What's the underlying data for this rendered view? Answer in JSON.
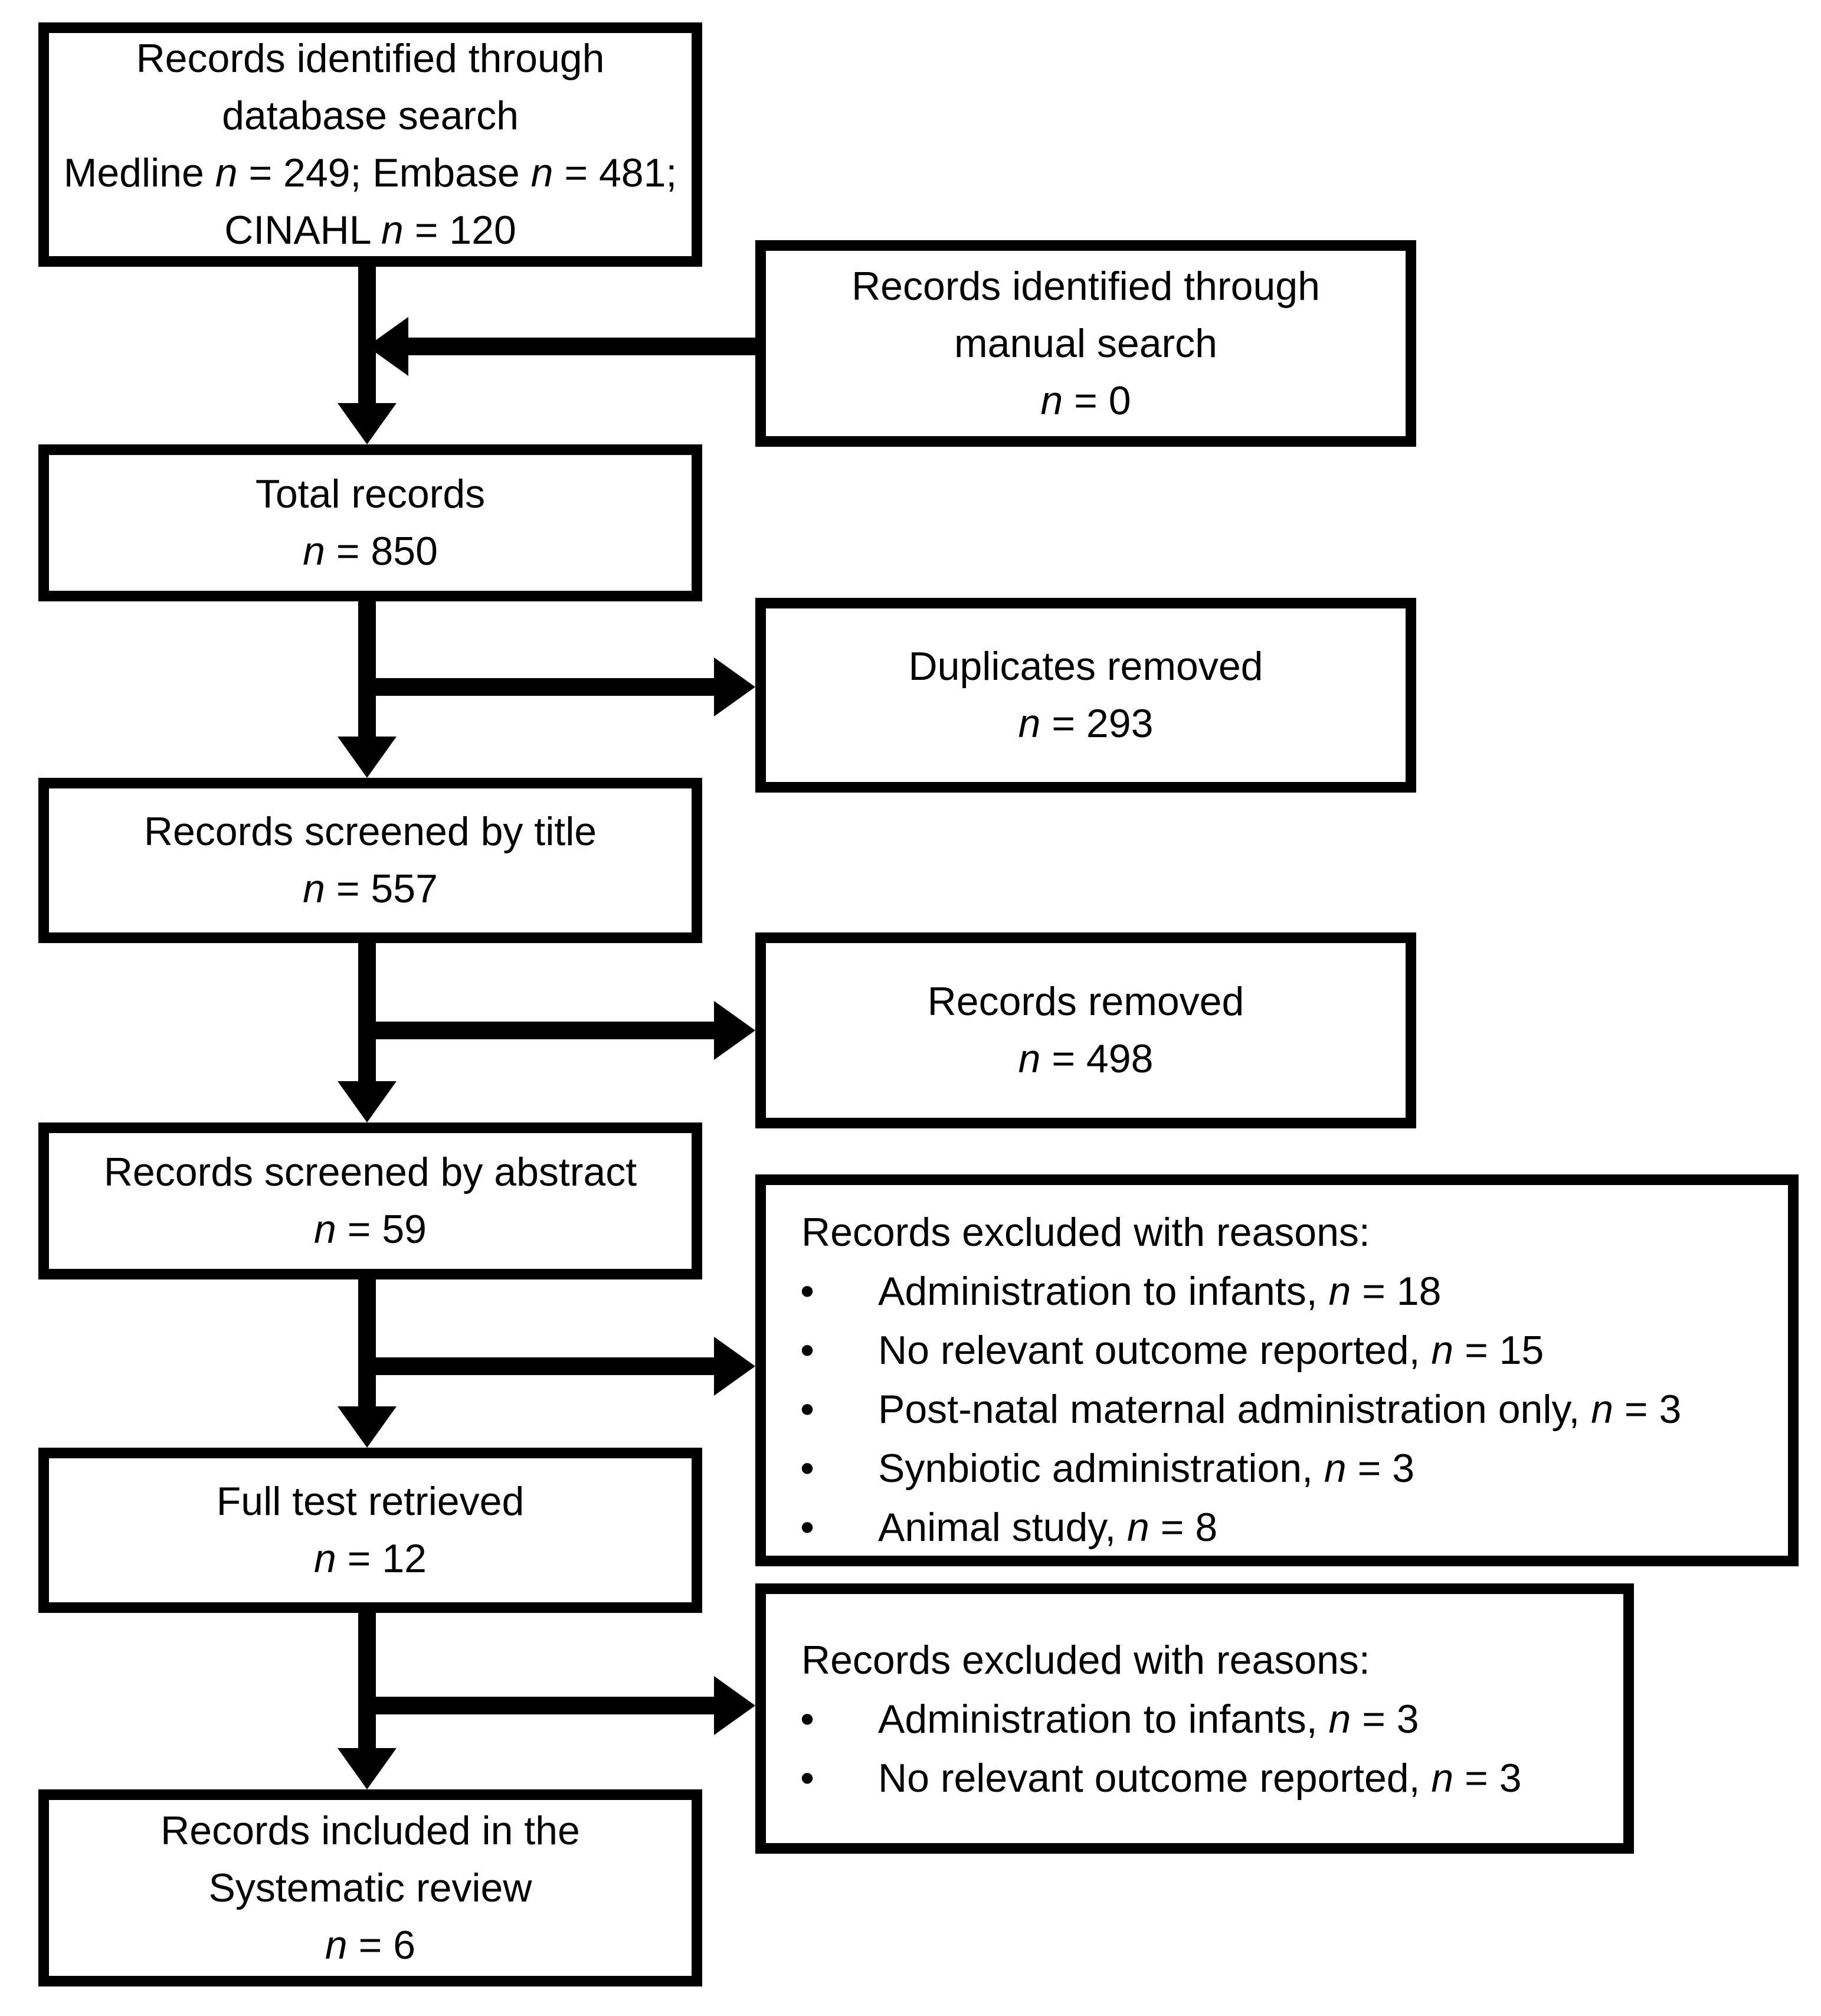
{
  "colors": {
    "ink": "#000000",
    "paper": "#ffffff"
  },
  "boxes": {
    "database": {
      "lines": [
        [
          {
            "text": "Records identified through",
            "italic": false
          }
        ],
        [
          {
            "text": "database search",
            "italic": false
          }
        ],
        [
          {
            "text": "Medline ",
            "italic": false
          },
          {
            "text": "n",
            "italic": true
          },
          {
            "text": " = 249; Embase ",
            "italic": false
          },
          {
            "text": "n",
            "italic": true
          },
          {
            "text": " = 481;",
            "italic": false
          }
        ],
        [
          {
            "text": "CINAHL ",
            "italic": false
          },
          {
            "text": "n",
            "italic": true
          },
          {
            "text": " = 120",
            "italic": false
          }
        ]
      ]
    },
    "manual": {
      "lines": [
        [
          {
            "text": "Records identified through",
            "italic": false
          }
        ],
        [
          {
            "text": "manual search",
            "italic": false
          }
        ],
        [
          {
            "text": "n",
            "italic": true
          },
          {
            "text": " = 0",
            "italic": false
          }
        ]
      ]
    },
    "total": {
      "lines": [
        [
          {
            "text": "Total records",
            "italic": false
          }
        ],
        [
          {
            "text": "n",
            "italic": true
          },
          {
            "text": " = 850",
            "italic": false
          }
        ]
      ]
    },
    "duplicates": {
      "lines": [
        [
          {
            "text": "Duplicates removed",
            "italic": false
          }
        ],
        [
          {
            "text": "n",
            "italic": true
          },
          {
            "text": " = 293",
            "italic": false
          }
        ]
      ]
    },
    "screened_title": {
      "lines": [
        [
          {
            "text": "Records screened by title",
            "italic": false
          }
        ],
        [
          {
            "text": "n",
            "italic": true
          },
          {
            "text": " = 557",
            "italic": false
          }
        ]
      ]
    },
    "removed": {
      "lines": [
        [
          {
            "text": "Records removed",
            "italic": false
          }
        ],
        [
          {
            "text": "n",
            "italic": true
          },
          {
            "text": " = 498",
            "italic": false
          }
        ]
      ]
    },
    "screened_abstract": {
      "lines": [
        [
          {
            "text": "Records screened by abstract",
            "italic": false
          }
        ],
        [
          {
            "text": "n",
            "italic": true
          },
          {
            "text": " = 59",
            "italic": false
          }
        ]
      ]
    },
    "excluded_abstract": {
      "heading": "Records excluded with reasons:",
      "bullet_glyph": "•",
      "bullets": [
        [
          {
            "text": "Administration to infants, ",
            "italic": false
          },
          {
            "text": "n",
            "italic": true
          },
          {
            "text": " = 18",
            "italic": false
          }
        ],
        [
          {
            "text": "No relevant outcome reported, ",
            "italic": false
          },
          {
            "text": "n",
            "italic": true
          },
          {
            "text": " = 15",
            "italic": false
          }
        ],
        [
          {
            "text": "Post-natal maternal administration only, ",
            "italic": false
          },
          {
            "text": "n",
            "italic": true
          },
          {
            "text": " = 3",
            "italic": false
          }
        ],
        [
          {
            "text": "Synbiotic administration, ",
            "italic": false
          },
          {
            "text": "n",
            "italic": true
          },
          {
            "text": " = 3",
            "italic": false
          }
        ],
        [
          {
            "text": "Animal study, ",
            "italic": false
          },
          {
            "text": "n",
            "italic": true
          },
          {
            "text": " = 8",
            "italic": false
          }
        ]
      ]
    },
    "full_text": {
      "lines": [
        [
          {
            "text": "Full test retrieved",
            "italic": false
          }
        ],
        [
          {
            "text": "n",
            "italic": true
          },
          {
            "text": " = 12",
            "italic": false
          }
        ]
      ]
    },
    "excluded_fulltext": {
      "heading": "Records excluded with reasons:",
      "bullet_glyph": "•",
      "bullets": [
        [
          {
            "text": "Administration to infants, ",
            "italic": false
          },
          {
            "text": "n",
            "italic": true
          },
          {
            "text": " = 3",
            "italic": false
          }
        ],
        [
          {
            "text": "No relevant outcome reported, ",
            "italic": false
          },
          {
            "text": "n",
            "italic": true
          },
          {
            "text": " = 3",
            "italic": false
          }
        ]
      ]
    },
    "included": {
      "lines": [
        [
          {
            "text": "Records included in the",
            "italic": false
          }
        ],
        [
          {
            "text": "Systematic review",
            "italic": false
          }
        ],
        [
          {
            "text": "n",
            "italic": true
          },
          {
            "text": " = 6",
            "italic": false
          }
        ]
      ]
    }
  }
}
